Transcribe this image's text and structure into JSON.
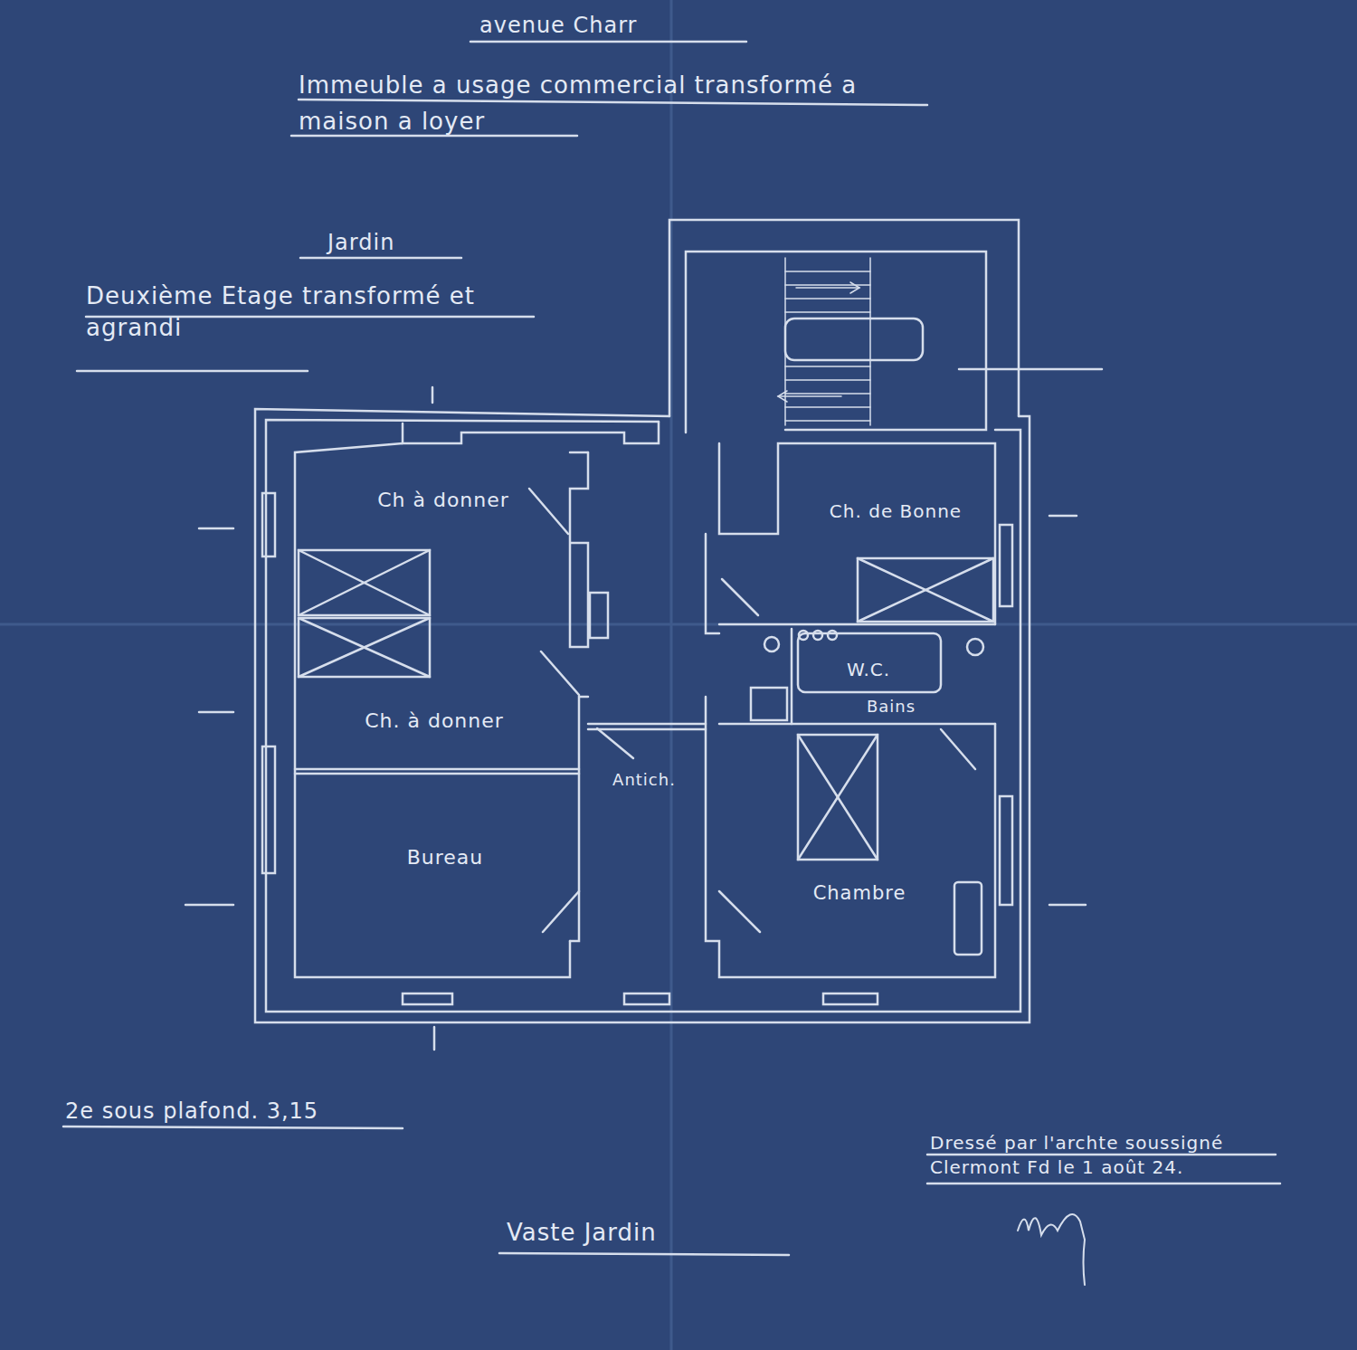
{
  "diagram": {
    "title": "Immeuble a usage commercial transformé a maison a loyer",
    "labels": [
      "avenue Charr",
      "Jardin",
      "Deuxième Etage transformé et agrandi",
      "Ch à donner",
      "Ch. de Bonne",
      "W.C.",
      "Bains",
      "Ch. à donner",
      "Antich.",
      "Bureau",
      "Chambre",
      "2e sous plafond. 3,15",
      "Dressé par l'archte soussigné Clermont Fd le 1 août 24.",
      "Vaste Jardin"
    ]
  }
}
